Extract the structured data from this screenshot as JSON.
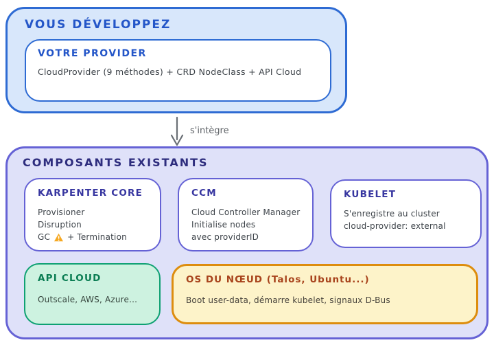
{
  "palette": {
    "blue_border": "#2e6bd3",
    "blue_fill": "#d8e7fb",
    "blue_title": "#2456c8",
    "indigo_border": "#6562d5",
    "lavender_fill": "#dfe1f9",
    "indigo_title": "#2e2d7e",
    "box_title_indigo": "#3736a0",
    "body_text": "#3d4349",
    "green_border": "#0fa173",
    "green_fill": "#cdf2e0",
    "green_title": "#097c52",
    "orange_border": "#dd8d0e",
    "yellow_fill": "#fdf3c9",
    "brown_title": "#a8431c",
    "arrow_gray": "#6a6f75",
    "warning_orange": "#f6a821"
  },
  "icons": {
    "warning": "triangle-exclamation",
    "arrow_down": "arrow-down"
  },
  "top_section": {
    "title": "VOUS DÉVELOPPEZ",
    "provider_box": {
      "title": "VOTRE PROVIDER",
      "body": "CloudProvider (9 méthodes) + CRD NodeClass + API Cloud"
    }
  },
  "arrow": {
    "label": "s'intègre"
  },
  "bottom_section": {
    "title": "COMPOSANTS EXISTANTS",
    "boxes": {
      "karpenter_core": {
        "title": "KARPENTER CORE",
        "lines": [
          "Provisioner",
          "Disruption"
        ],
        "gc_prefix": "GC",
        "gc_suffix": "+ Termination"
      },
      "ccm": {
        "title": "CCM",
        "lines": [
          "Cloud Controller Manager",
          "Initialise nodes",
          "avec providerID"
        ]
      },
      "kubelet": {
        "title": "KUBELET",
        "lines": [
          "S'enregistre au cluster",
          "cloud-provider: external"
        ]
      },
      "api_cloud": {
        "title": "API CLOUD",
        "lines": [
          "Outscale, AWS, Azure..."
        ]
      },
      "node_os": {
        "title": "OS DU NŒUD (Talos, Ubuntu...)",
        "lines": [
          "Boot user-data, démarre kubelet, signaux D-Bus"
        ]
      }
    }
  }
}
